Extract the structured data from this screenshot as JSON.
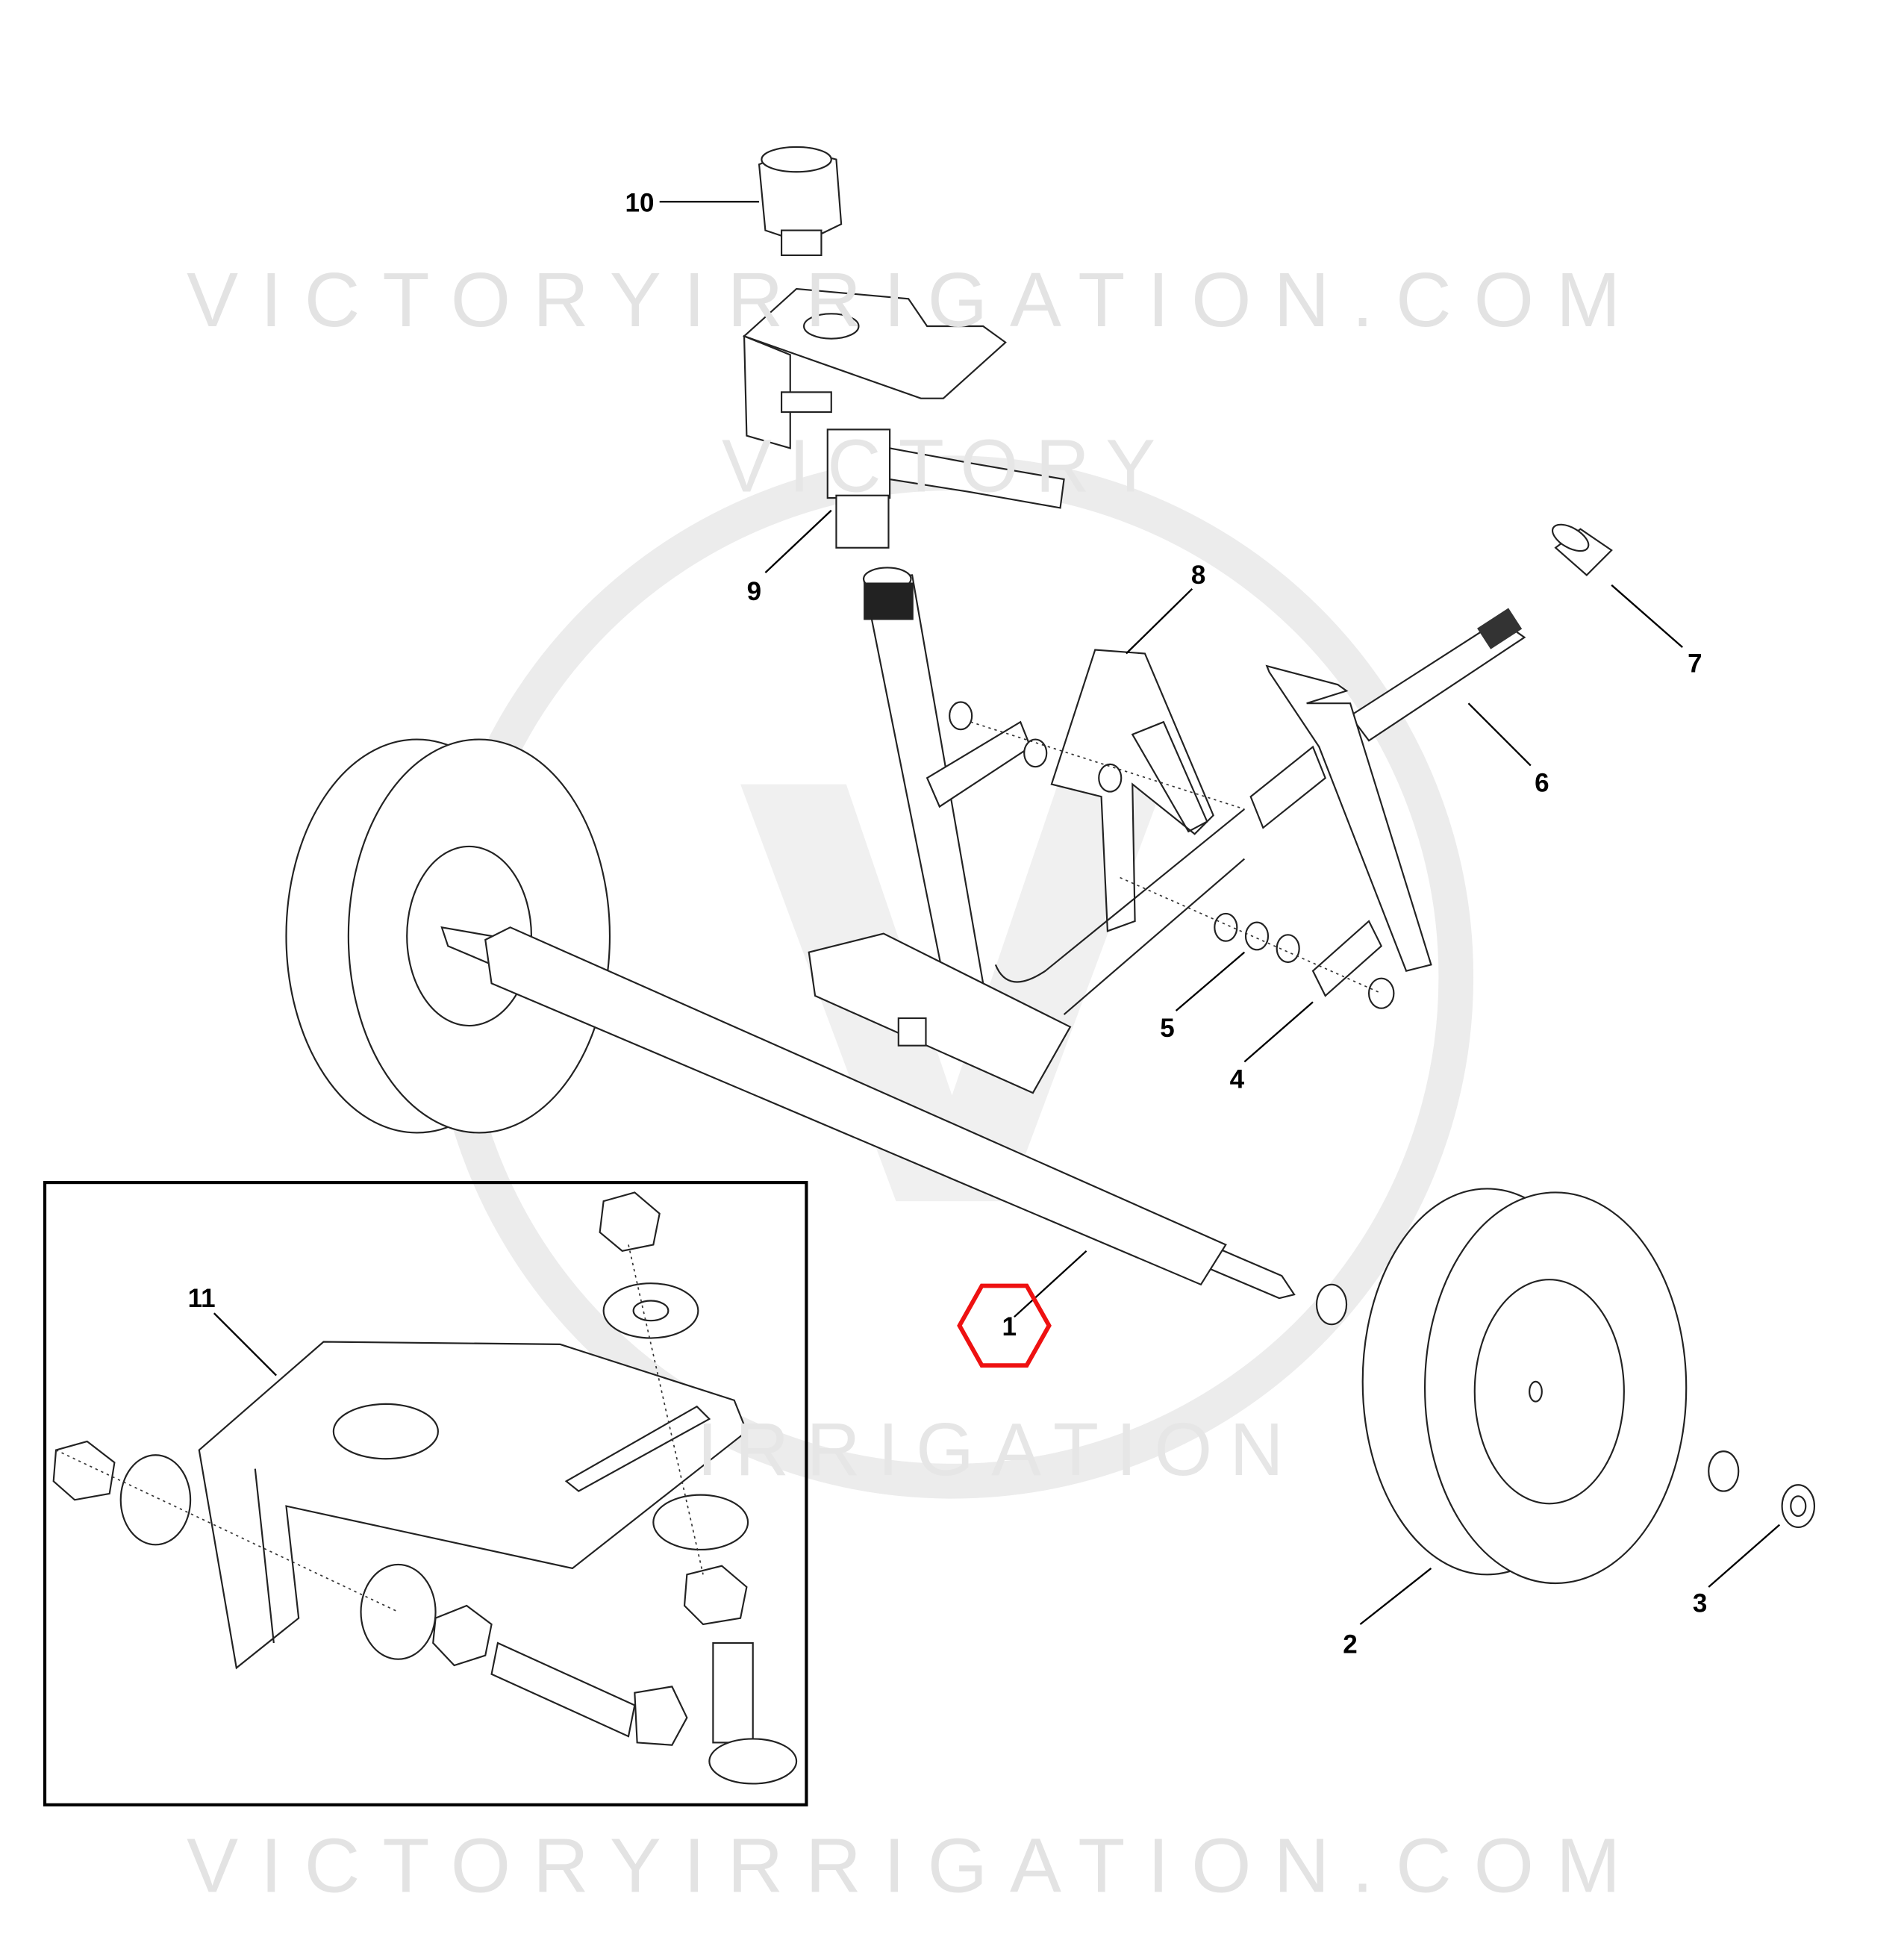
{
  "watermark": {
    "top_text": "VICTORYIRRIGATION.COM",
    "bottom_text": "VICTORYIRRIGATION.COM",
    "seal_top": "VICTORY",
    "seal_bottom": "IRRIGATION"
  },
  "callouts": [
    {
      "id": "1",
      "label": "1",
      "highlighted": true
    },
    {
      "id": "2",
      "label": "2"
    },
    {
      "id": "3",
      "label": "3"
    },
    {
      "id": "4",
      "label": "4"
    },
    {
      "id": "5",
      "label": "5"
    },
    {
      "id": "6",
      "label": "6"
    },
    {
      "id": "7",
      "label": "7"
    },
    {
      "id": "8",
      "label": "8"
    },
    {
      "id": "9",
      "label": "9"
    },
    {
      "id": "10",
      "label": "10"
    },
    {
      "id": "11",
      "label": "11"
    }
  ],
  "colors": {
    "highlight": "#ee1111",
    "line": "#222222",
    "watermark": "#e3e3e3"
  }
}
